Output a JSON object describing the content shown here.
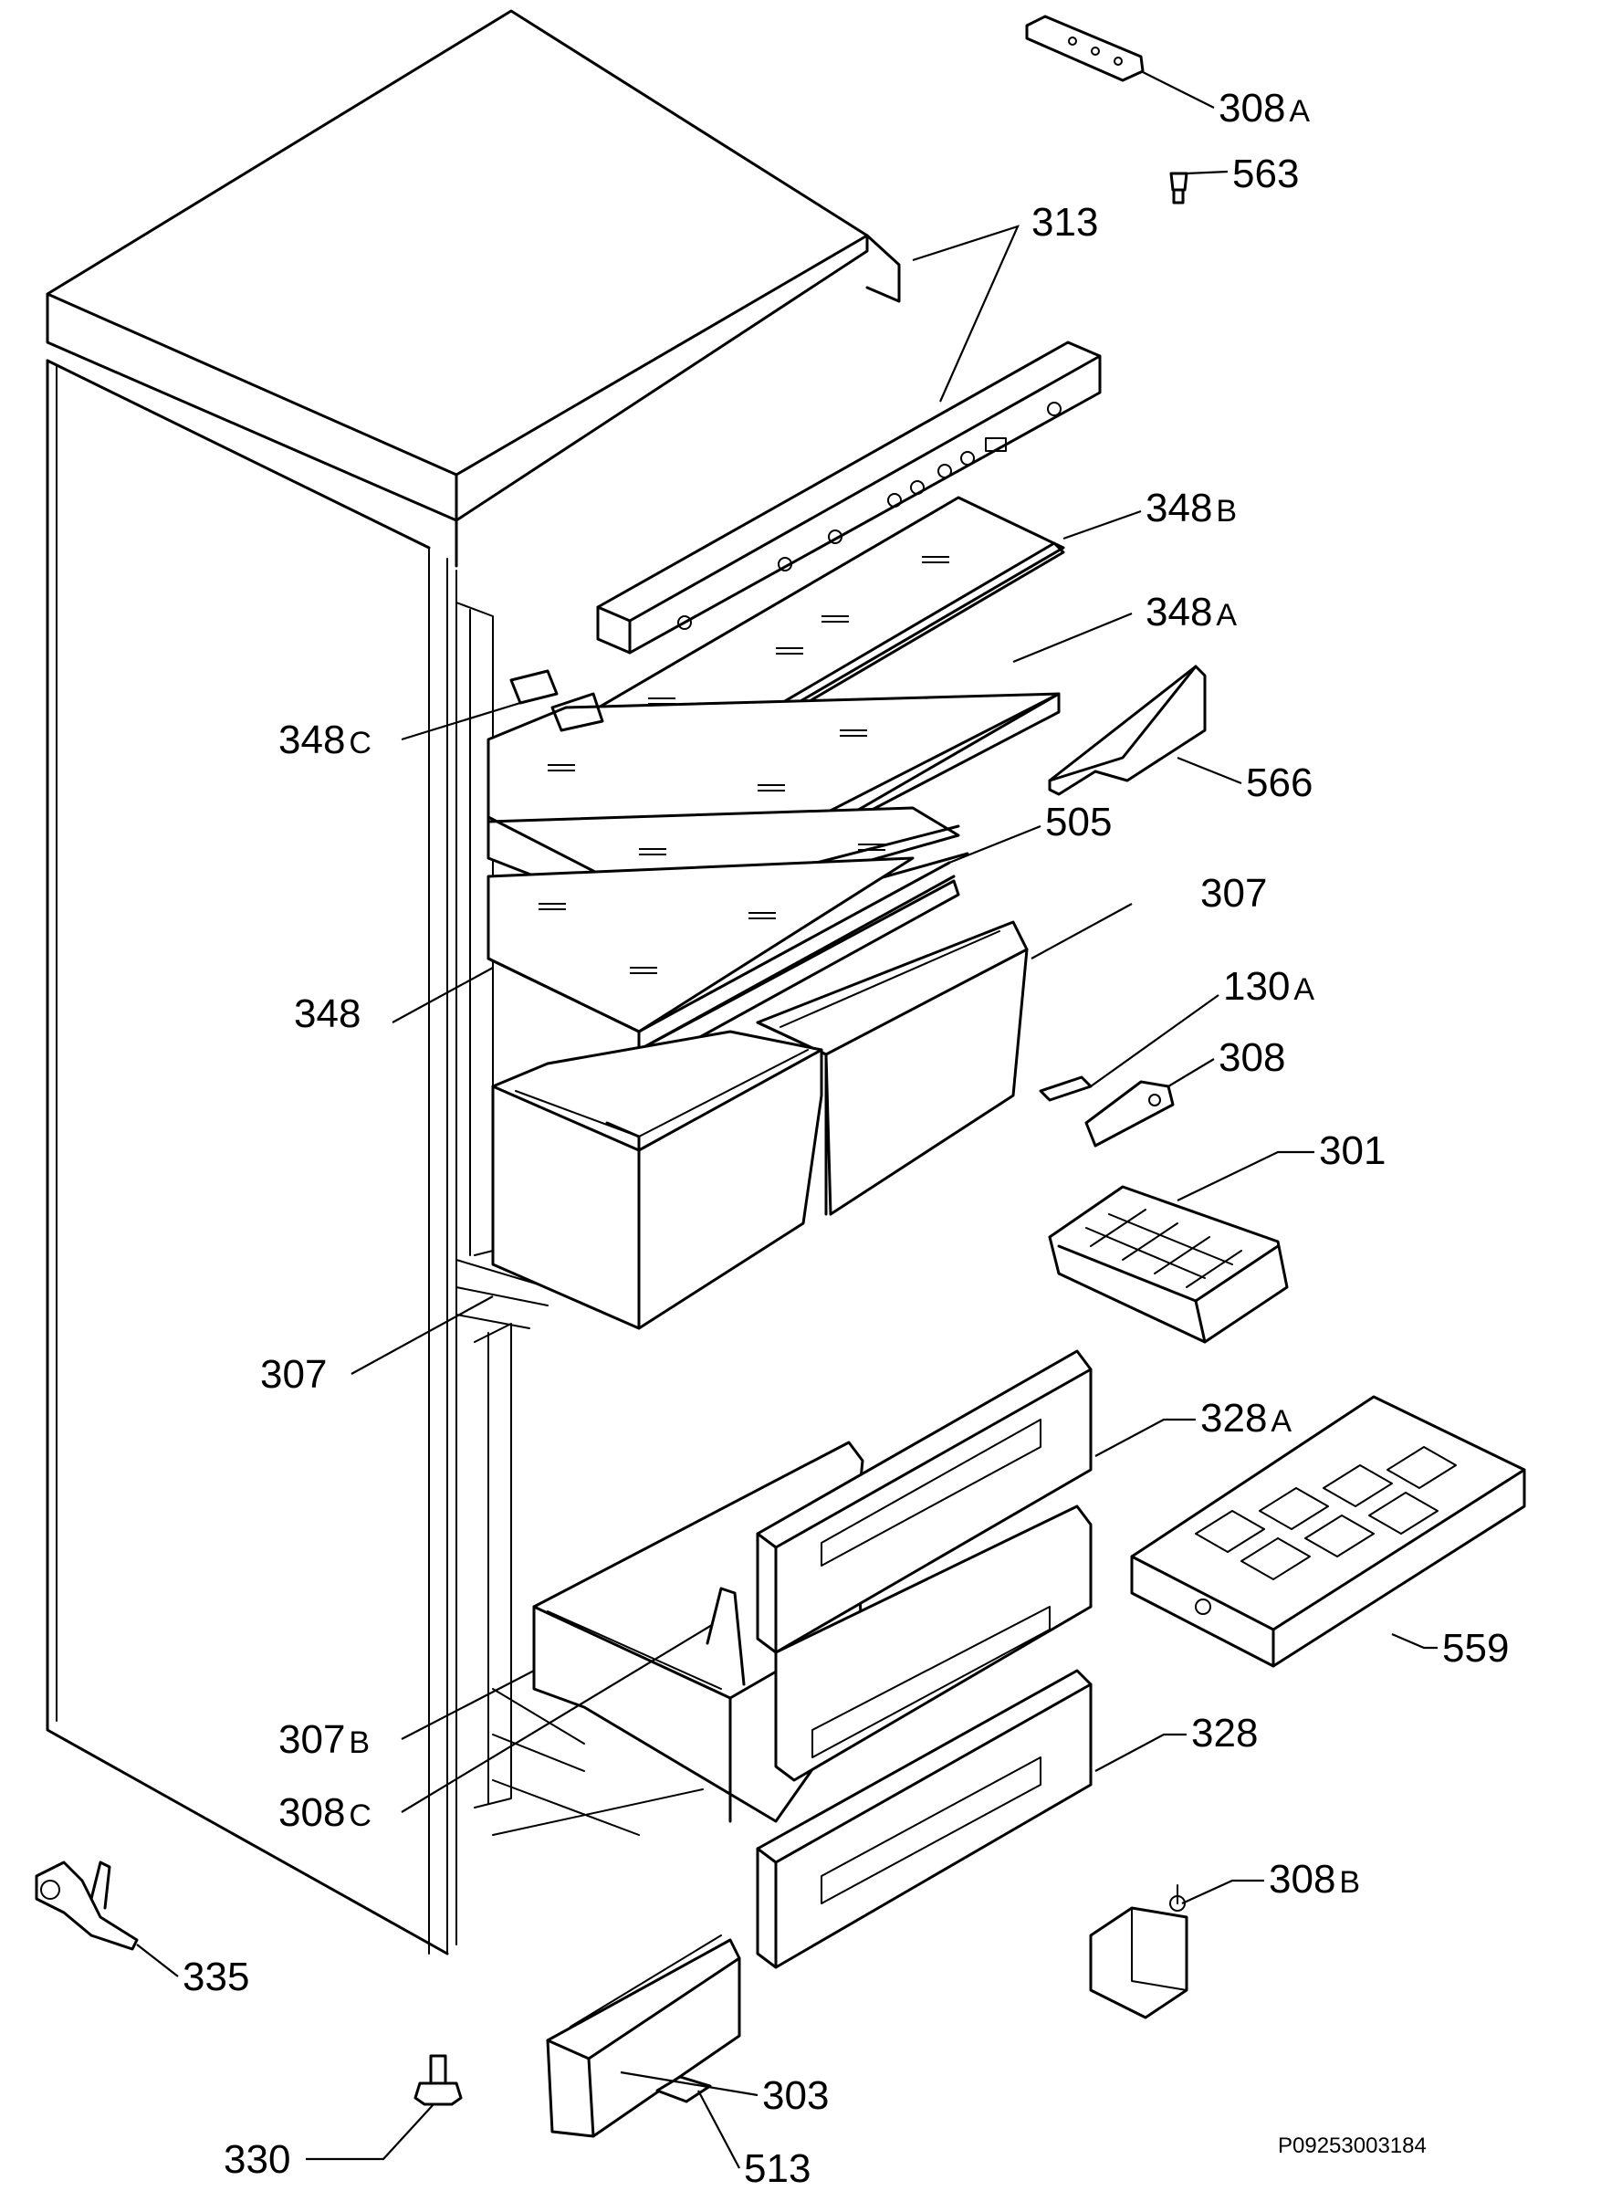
{
  "diagram": {
    "document_code": "P09253003184",
    "parts": [
      {
        "number": "308",
        "suffix": "A"
      },
      {
        "number": "563",
        "suffix": ""
      },
      {
        "number": "313",
        "suffix": ""
      },
      {
        "number": "348",
        "suffix": "B"
      },
      {
        "number": "348",
        "suffix": "A"
      },
      {
        "number": "348",
        "suffix": "C"
      },
      {
        "number": "566",
        "suffix": ""
      },
      {
        "number": "505",
        "suffix": ""
      },
      {
        "number": "307",
        "suffix": ""
      },
      {
        "number": "348",
        "suffix": ""
      },
      {
        "number": "130",
        "suffix": "A"
      },
      {
        "number": "308",
        "suffix": ""
      },
      {
        "number": "301",
        "suffix": ""
      },
      {
        "number": "307",
        "suffix": ""
      },
      {
        "number": "328",
        "suffix": "A"
      },
      {
        "number": "559",
        "suffix": ""
      },
      {
        "number": "307",
        "suffix": "B"
      },
      {
        "number": "308",
        "suffix": "C"
      },
      {
        "number": "328",
        "suffix": ""
      },
      {
        "number": "308",
        "suffix": "B"
      },
      {
        "number": "335",
        "suffix": ""
      },
      {
        "number": "303",
        "suffix": ""
      },
      {
        "number": "330",
        "suffix": ""
      },
      {
        "number": "513",
        "suffix": ""
      }
    ]
  }
}
